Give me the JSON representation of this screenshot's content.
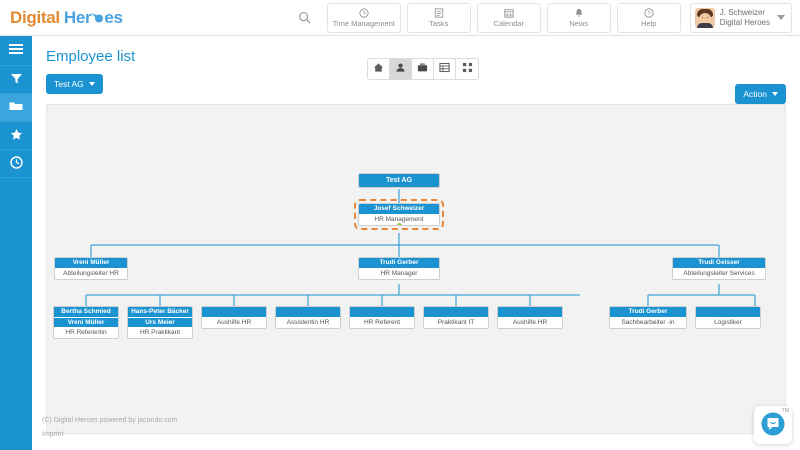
{
  "brand": {
    "word1": "Digital",
    "word2": "Her",
    "word3": "es",
    "comet_icon": "comet-icon",
    "accent_orange": "#e08a33",
    "accent_blue": "#4aa3df"
  },
  "topnav": {
    "search_icon": "search-icon",
    "items": [
      {
        "label": "Time Management",
        "icon": "clock-icon"
      },
      {
        "label": "Tasks",
        "icon": "tasks-icon"
      },
      {
        "label": "Calendar",
        "icon": "calendar-icon"
      },
      {
        "label": "News",
        "icon": "bell-icon"
      },
      {
        "label": "Help",
        "icon": "help-icon"
      }
    ],
    "user": {
      "name": "J. Schweizer",
      "company": "Digital Heroes",
      "avatar_icon": "avatar",
      "caret_icon": "chevron-down-icon"
    }
  },
  "sidebar": {
    "items": [
      {
        "name": "menu",
        "icon": "hamburger-icon",
        "active": false
      },
      {
        "name": "filter",
        "icon": "filter-icon",
        "active": false
      },
      {
        "name": "folder",
        "icon": "folder-icon",
        "active": true
      },
      {
        "name": "favorites",
        "icon": "star-icon",
        "active": false
      },
      {
        "name": "recent",
        "icon": "clock-icon",
        "active": false
      }
    ]
  },
  "page": {
    "title": "Employee list",
    "company_button": "Test AG",
    "action_button": "Action"
  },
  "viewtabs": [
    {
      "name": "home",
      "icon": "home-icon",
      "active": false
    },
    {
      "name": "people",
      "icon": "person-icon",
      "active": true
    },
    {
      "name": "jobs",
      "icon": "briefcase-icon",
      "active": false
    },
    {
      "name": "table",
      "icon": "list-icon",
      "active": false
    },
    {
      "name": "orgchart",
      "icon": "grid-icon",
      "active": false
    }
  ],
  "chart_data": {
    "type": "org-chart",
    "title": "Employee list org chart",
    "selected_node": "n1",
    "accent": "#1b93d1",
    "selection_color": "#e8873a",
    "nodes": [
      {
        "id": "n0",
        "lines": [
          "Test AG"
        ],
        "sub": "",
        "parent": null
      },
      {
        "id": "n1",
        "lines": [
          "Josef Schweizer"
        ],
        "sub": "HR Management",
        "parent": "n0",
        "selected": true
      },
      {
        "id": "n2",
        "lines": [
          "Vreni Müller"
        ],
        "sub": "Abteilungsleiter HR",
        "parent": "n1"
      },
      {
        "id": "n3",
        "lines": [
          "Trudi Gerber"
        ],
        "sub": "HR Manager",
        "parent": "n1"
      },
      {
        "id": "n4",
        "lines": [
          "Trudi Geisser"
        ],
        "sub": "Abteilungsleiter Services",
        "parent": "n1"
      },
      {
        "id": "n5",
        "lines": [
          "Bertha Schmied",
          "Vreni Müller"
        ],
        "sub": "HR Referentin",
        "parent": "n3"
      },
      {
        "id": "n6",
        "lines": [
          "Hans-Peter Bäcker",
          "Urs Meier"
        ],
        "sub": "HR Praktikant",
        "parent": "n3"
      },
      {
        "id": "n7",
        "lines": [
          ""
        ],
        "sub": "Aushilfe HR",
        "parent": "n3"
      },
      {
        "id": "n8",
        "lines": [
          ""
        ],
        "sub": "Assistentin HR",
        "parent": "n3"
      },
      {
        "id": "n9",
        "lines": [
          ""
        ],
        "sub": "HR Referent",
        "parent": "n3"
      },
      {
        "id": "n10",
        "lines": [
          ""
        ],
        "sub": "Praktikant IT",
        "parent": "n3"
      },
      {
        "id": "n11",
        "lines": [
          ""
        ],
        "sub": "Aushilfe HR",
        "parent": "n3"
      },
      {
        "id": "n12",
        "lines": [
          "Trudi Gerber"
        ],
        "sub": "Sachbearbeiter -in",
        "parent": "n4"
      },
      {
        "id": "n13",
        "lines": [
          ""
        ],
        "sub": "Logistiker",
        "parent": "n4"
      }
    ]
  },
  "footer": {
    "copyright": "(C) Digital Heroes powered by jacando.com",
    "imprint": "Imprint"
  },
  "chat": {
    "icon": "chat-bubble-icon",
    "trademark": "TM"
  }
}
